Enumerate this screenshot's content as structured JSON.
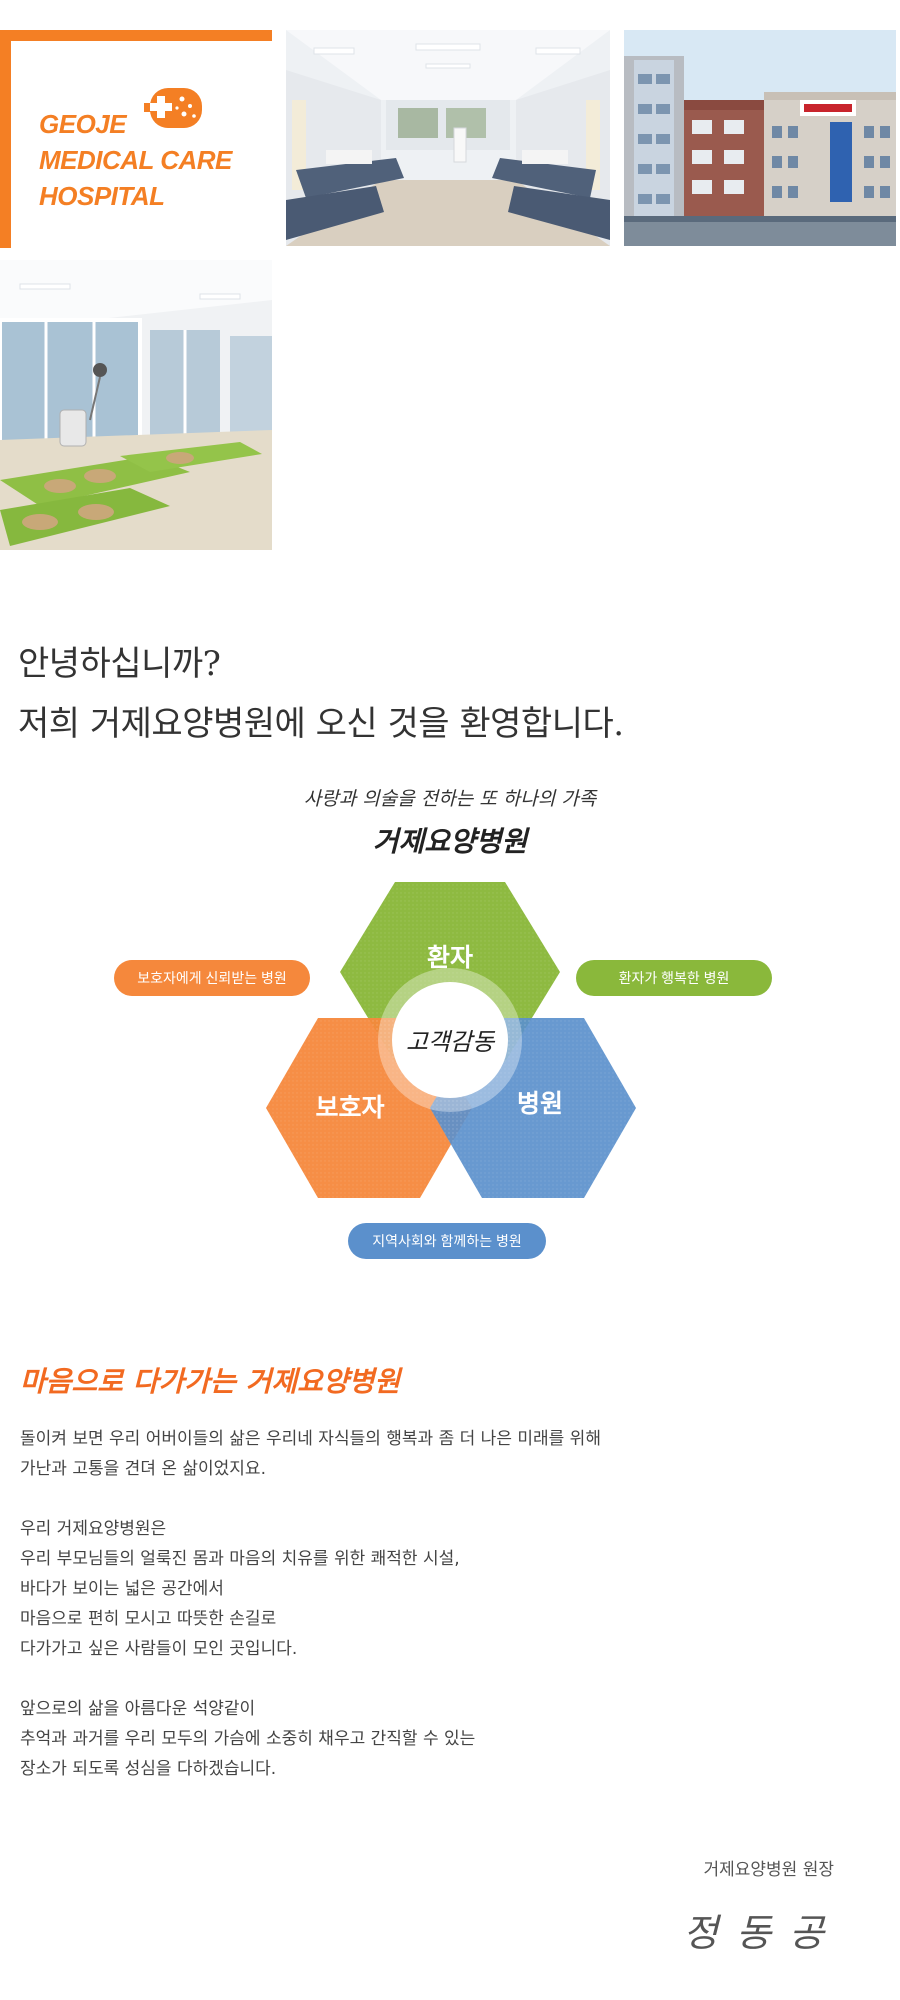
{
  "logo": {
    "line1": "GEOJE",
    "line2": "MEDICAL CARE",
    "line3": "HOSPITAL",
    "icon": "medical-cross-icon",
    "color": "#f47f24"
  },
  "photos": [
    {
      "name": "ward-room-photo"
    },
    {
      "name": "hospital-building-photo"
    },
    {
      "name": "therapy-room-photo"
    }
  ],
  "greeting": {
    "line1": "안녕하십니까?",
    "line2": "저희 거제요양병원에 오신 것을 환영합니다."
  },
  "slogan": {
    "tagline": "사랑과 의술을 전하는 또 하나의 가족",
    "name": "거제요양병원"
  },
  "diagram": {
    "hex_patient": "환자",
    "hex_guardian": "보호자",
    "hex_hospital": "병원",
    "center": "고객감동",
    "pill_left": "보호자에게 신뢰받는 병원",
    "pill_right": "환자가 행복한 병원",
    "pill_bottom": "지역사회와 함께하는 병원",
    "colors": {
      "green": "#8ab83b",
      "orange": "#f5883c",
      "blue": "#5b90cc"
    }
  },
  "section": {
    "title": "마음으로 다가가는 거제요양병원",
    "paragraphs": [
      [
        "돌이켜 보면 우리 어버이들의 삶은 우리네 자식들의 행복과 좀 더 나은 미래를 위해",
        "가난과 고통을 견뎌 온 삶이었지요."
      ],
      [
        "우리 거제요양병원은",
        "우리 부모님들의 얼룩진 몸과 마음의 치유를 위한 쾌적한 시설,",
        "바다가 보이는 넓은 공간에서",
        "마음으로 편히 모시고 따뜻한 손길로",
        "다가가고 싶은 사람들이 모인 곳입니다."
      ],
      [
        "앞으로의 삶을 아름다운 석양같이",
        "추억과 과거를 우리 모두의 가슴에 소중히 채우고 간직할 수 있는",
        "장소가 되도록 성심을 다하겠습니다."
      ]
    ]
  },
  "signature": {
    "title": "거제요양병원 원장",
    "name": "정동공"
  }
}
